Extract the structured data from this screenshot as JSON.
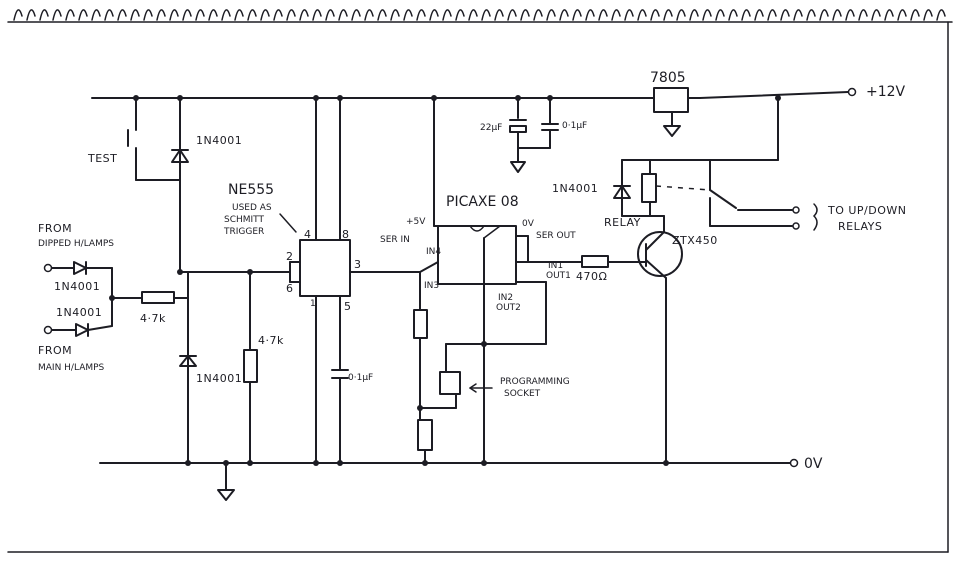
{
  "labels": {
    "supply_12v": "+12V",
    "ground_0v": "0V",
    "regulator": "7805",
    "cap_22uf": "22µF",
    "cap_01uf_reg": "0·1µF",
    "test_switch": "TEST",
    "diode_test": "1N4001",
    "ne555_title": "NE555",
    "ne555_note_1": "USED AS",
    "ne555_note_2": "SCHMITT",
    "ne555_note_3": "TRIGGER",
    "from_dipped_1": "FROM",
    "from_dipped_2": "DIPPED H/LAMPS",
    "diode_dipped": "1N4001",
    "diode_main": "1N4001",
    "from_main_1": "FROM",
    "from_main_2": "MAIN H/LAMPS",
    "resistor_47k_series": "4·7k",
    "resistor_47k_shunt": "4·7k",
    "diode_clamp": "1N4001",
    "cap_01uf_555": "0·1µF",
    "pin_4": "4",
    "pin_8": "8",
    "pin_2": "2",
    "pin_3": "3",
    "pin_6": "6",
    "pin_1": "1",
    "pin_5": "5",
    "picaxe_title": "PICAXE 08",
    "plus5v": "+5V",
    "zero_v": "0V",
    "ser_in": "SER IN",
    "ser_out": "SER OUT",
    "in4": "IN4",
    "in3": "IN3",
    "in1_out1_a": "IN1",
    "in1_out1_b": "OUT1",
    "in2_out2_a": "IN2",
    "in2_out2_b": "OUT2",
    "resistor_470": "470Ω",
    "transistor": "ZTX450",
    "diode_relay": "1N4001",
    "relay": "RELAY",
    "to_relays_1": "TO UP/DOWN",
    "to_relays_2": "RELAYS",
    "prog_socket_1": "PROGRAMMING",
    "prog_socket_2": "SOCKET"
  }
}
